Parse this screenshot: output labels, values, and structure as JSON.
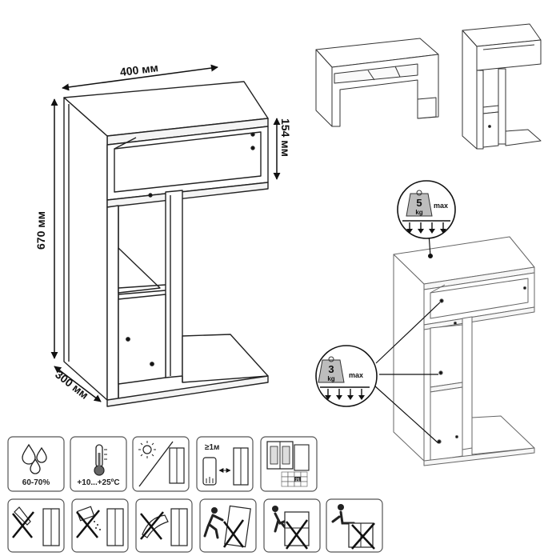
{
  "dimensions": {
    "width": "400 мм",
    "height": "670 мм",
    "depth": "300 мм",
    "shelf_height": "154 мм"
  },
  "load_badges": {
    "top": {
      "weight": "5",
      "unit": "kg",
      "suffix": "max"
    },
    "shelf": {
      "weight": "3",
      "unit": "kg",
      "suffix": "max"
    }
  },
  "care_icons": {
    "humidity": {
      "label": "60-70%",
      "icon": "water-drops-icon"
    },
    "temperature": {
      "label": "+10...+25ºC",
      "icon": "thermometer-icon"
    },
    "sunlight": {
      "icon": "sun-icon"
    },
    "heater_distance": {
      "label": "≥1м",
      "icon": "heater-icon"
    },
    "climate": {
      "label": "21",
      "icon": "window-calendar-icon"
    }
  },
  "warning_icons": [
    {
      "icon": "no-knife-icon"
    },
    {
      "icon": "no-spray-icon"
    },
    {
      "icon": "no-cleaning-icon"
    },
    {
      "icon": "no-pushing-icon"
    },
    {
      "icon": "no-climbing-icon"
    },
    {
      "icon": "no-sitting-icon"
    }
  ]
}
